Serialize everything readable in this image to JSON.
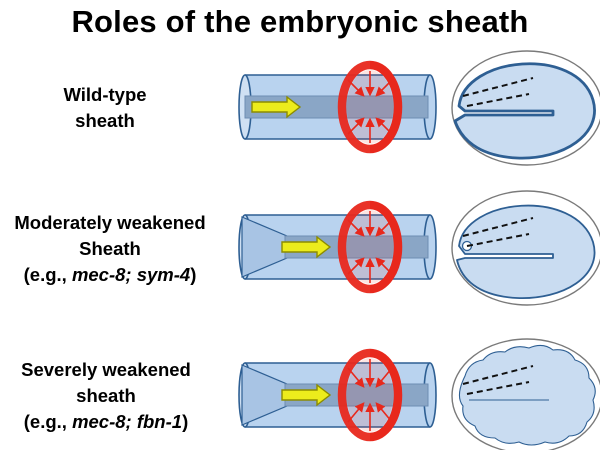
{
  "title": "Roles of the embryonic sheath",
  "rows": [
    {
      "label_lines": [
        "Wild-type",
        "sheath"
      ]
    },
    {
      "label_lines": [
        "Moderately weakened",
        "Sheath"
      ],
      "example_prefix": "(e.g., ",
      "example_genes": "mec-8; sym-4",
      "example_suffix": ")"
    },
    {
      "label_lines": [
        "Severely weakened",
        "sheath"
      ],
      "example_prefix": "(e.g., ",
      "example_genes": "mec-8; fbn-1",
      "example_suffix": ")"
    }
  ],
  "colors": {
    "tube_fill": "#b9d3ef",
    "tube_stroke": "#2e5f93",
    "inner_bar": "#8aa6c6",
    "ring": "#e8281c",
    "force_arrow": "#e8281c",
    "push_arrow_fill": "#ecec1c",
    "push_arrow_stroke": "#8c8c00",
    "embryo_fill": "#c9dcf1",
    "embryo_stroke": "#2e5f93",
    "eggshell_stroke": "#7a7a7a"
  }
}
